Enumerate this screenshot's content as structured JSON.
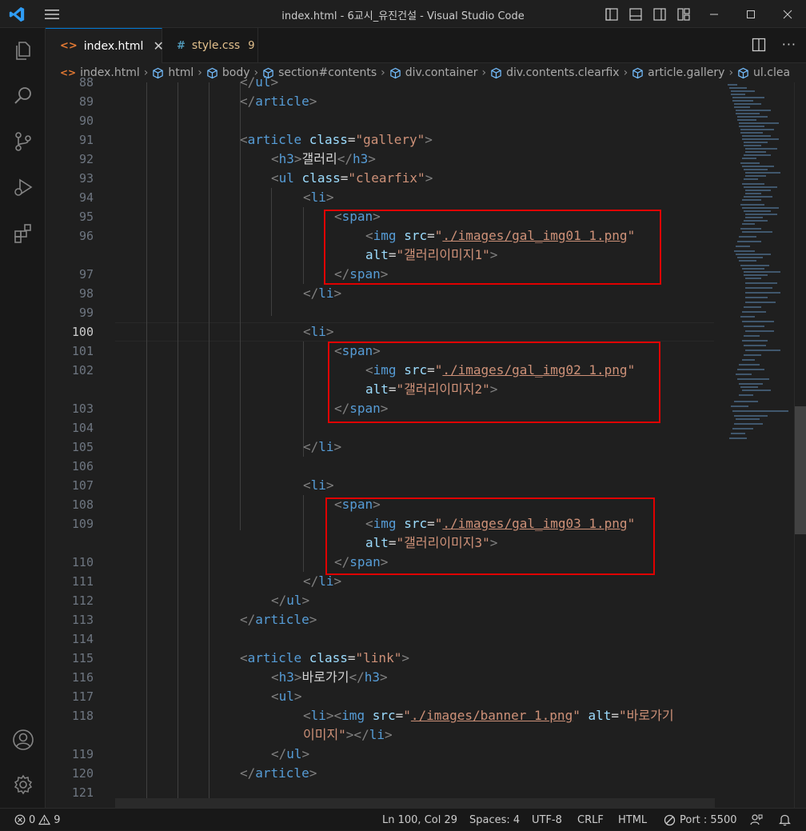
{
  "window": {
    "title": "index.html - 6교시_유진건설 - Visual Studio Code"
  },
  "tabs": [
    {
      "label": "index.html",
      "icon": "html-file-icon",
      "active": true
    },
    {
      "label": "style.css",
      "icon": "css-file-icon",
      "active": false,
      "problems": "9"
    }
  ],
  "breadcrumb": [
    "index.html",
    "html",
    "body",
    "section#contents",
    "div.container",
    "div.contents.clearfix",
    "article.gallery",
    "ul.clea"
  ],
  "editor": {
    "current_line": "100",
    "line_numbers": [
      "88",
      "89",
      "90",
      "91",
      "92",
      "93",
      "94",
      "95",
      "96",
      "",
      "97",
      "98",
      "99",
      "100",
      "101",
      "102",
      "",
      "103",
      "104",
      "105",
      "106",
      "107",
      "108",
      "109",
      "",
      "110",
      "111",
      "112",
      "113",
      "114",
      "115",
      "116",
      "117",
      "118",
      "",
      "119",
      "120",
      "121"
    ]
  },
  "code": {
    "l88": "</ul>",
    "l89": "</article>",
    "l91": {
      "open": "<",
      "tag": "article",
      "attr": "class",
      "eq": "=",
      "val": "\"gallery\"",
      "close": ">"
    },
    "l92": {
      "otag": "h3",
      "text": "갤러리",
      "ctag": "h3"
    },
    "l93": {
      "tag": "ul",
      "attr": "class",
      "val": "\"clearfix\""
    },
    "li_open": "li",
    "span": "span",
    "img": "img",
    "src_attr": "src",
    "alt_attr": "alt",
    "g1": {
      "src": "./images/gal_img01 1.png",
      "alt": "\"갤러리이미지1\""
    },
    "g2": {
      "src": "./images/gal_img02 1.png",
      "alt": "\"갤러리이미지2\""
    },
    "g3": {
      "src": "./images/gal_img03 1.png",
      "alt": "\"갤러리이미지3\""
    },
    "ul": "ul",
    "article": "article",
    "l115": {
      "val": "\"link\""
    },
    "l116": {
      "text": "바로가기"
    },
    "l118": {
      "src": "./images/banner 1.png",
      "alt_part1": "\"바로가기",
      "alt_part2": "이미지\""
    },
    "quote": "\""
  },
  "statusbar": {
    "errors": "0",
    "warnings": "9",
    "position": "Ln 100, Col 29",
    "spaces": "Spaces: 4",
    "encoding": "UTF-8",
    "eol": "CRLF",
    "language": "HTML",
    "port": "Port : 5500"
  },
  "colors": {
    "accent": "#0078d4",
    "tag": "#569cd6",
    "attribute": "#9cdcfe",
    "string": "#ce9178",
    "highlight_box": "#e00000",
    "modified_tab": "#e2c08d"
  }
}
